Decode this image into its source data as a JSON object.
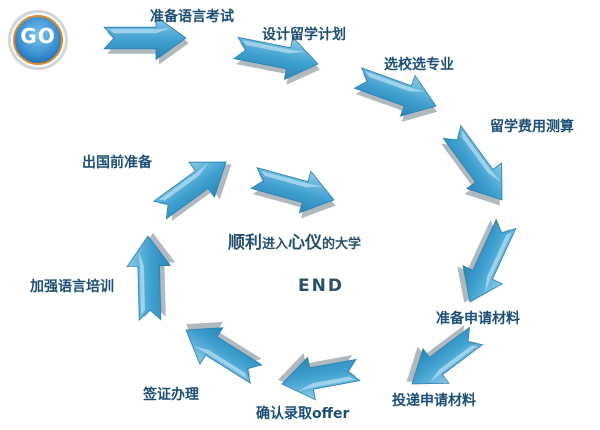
{
  "go_label": "GO",
  "steps": [
    "准备语言考试",
    "设计留学计划",
    "选校选专业",
    "留学费用测算",
    "准备申请材料",
    "投递申请材料",
    "确认录取offer",
    "签证办理",
    "加强语言培训",
    "出国前准备"
  ],
  "center": {
    "part1": "顺利",
    "part2": "进入",
    "part3": "心仪",
    "part4": "的大学",
    "end": "END"
  },
  "colors": {
    "arrow_fill": "#3fa0cf",
    "arrow_light": "#8ccbe8",
    "arrow_shadow": "#6f7f8a",
    "text": "#1c4f73",
    "go_fill": "#4a9fd8"
  }
}
